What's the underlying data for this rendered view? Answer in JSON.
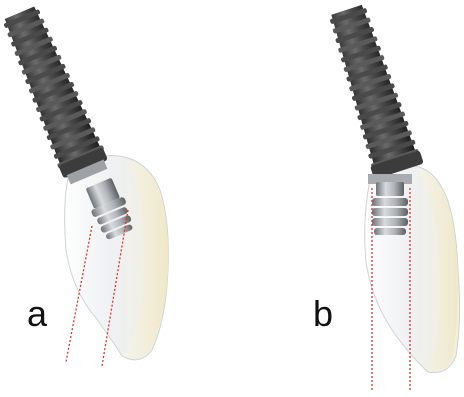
{
  "figure": {
    "panels": [
      {
        "id": "a",
        "label": "a",
        "implant_axis": "angled",
        "screw_channel": "angled"
      },
      {
        "id": "b",
        "label": "b",
        "implant_axis": "angled",
        "screw_channel": "straight"
      }
    ],
    "colors": {
      "implant_dark": "#3a3a3a",
      "implant_light": "#8a8a8a",
      "abutment_metal": "#b8bcc0",
      "crown_fill": "#f4f2e6",
      "crown_transparent": "#eef0f2",
      "guide_line": "#e0302a"
    }
  }
}
